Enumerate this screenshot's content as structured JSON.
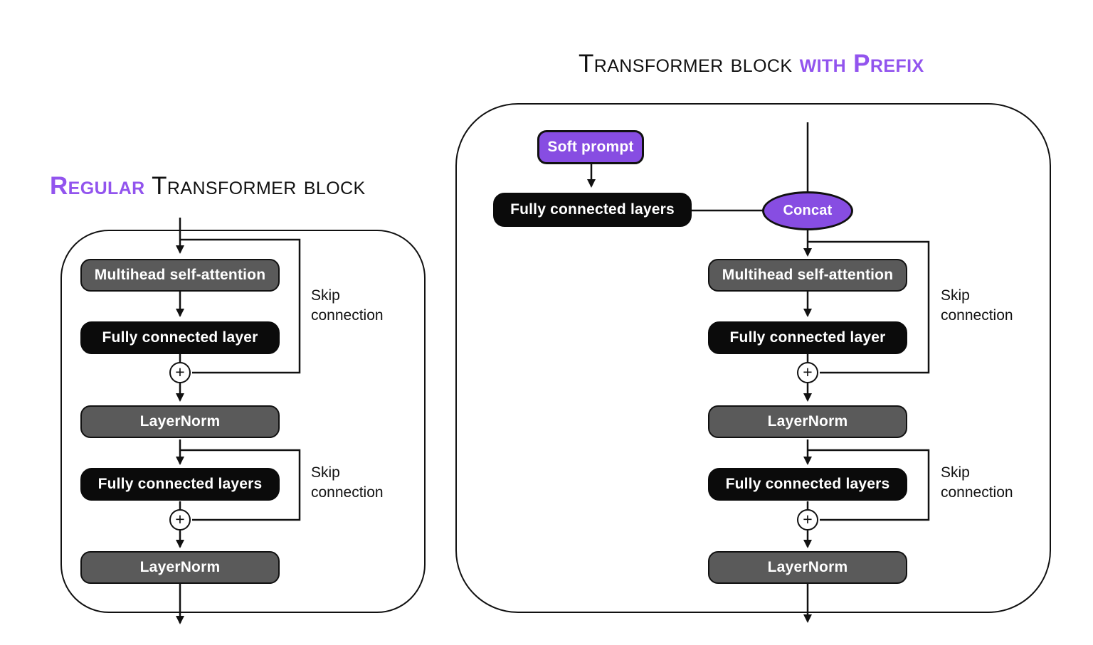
{
  "colors": {
    "accent_purple": "#874de2",
    "title_purple": "#9254ee",
    "node_gray": "#5a5a5a",
    "node_black": "#0b0b0b",
    "line": "#111111"
  },
  "titles": {
    "left": {
      "highlight": "Regular",
      "rest": " Transformer block"
    },
    "right": {
      "rest": "Transformer block ",
      "highlight": "with Prefix"
    }
  },
  "left_block": {
    "plus": "+",
    "skip1": "Skip connection",
    "skip2": "Skip connection",
    "nodes": {
      "multihead": "Multihead self-attention",
      "fc1": "Fully connected layer",
      "ln1": "LayerNorm",
      "fc2": "Fully connected layers",
      "ln2": "LayerNorm"
    }
  },
  "right_block": {
    "plus": "+",
    "skip1": "Skip connection",
    "skip2": "Skip connection",
    "soft_prompt": "Soft prompt",
    "prefix_fc": "Fully connected layers",
    "concat": "Concat",
    "nodes": {
      "multihead": "Multihead self-attention",
      "fc1": "Fully connected layer",
      "ln1": "LayerNorm",
      "fc2": "Fully connected layers",
      "ln2": "LayerNorm"
    }
  }
}
